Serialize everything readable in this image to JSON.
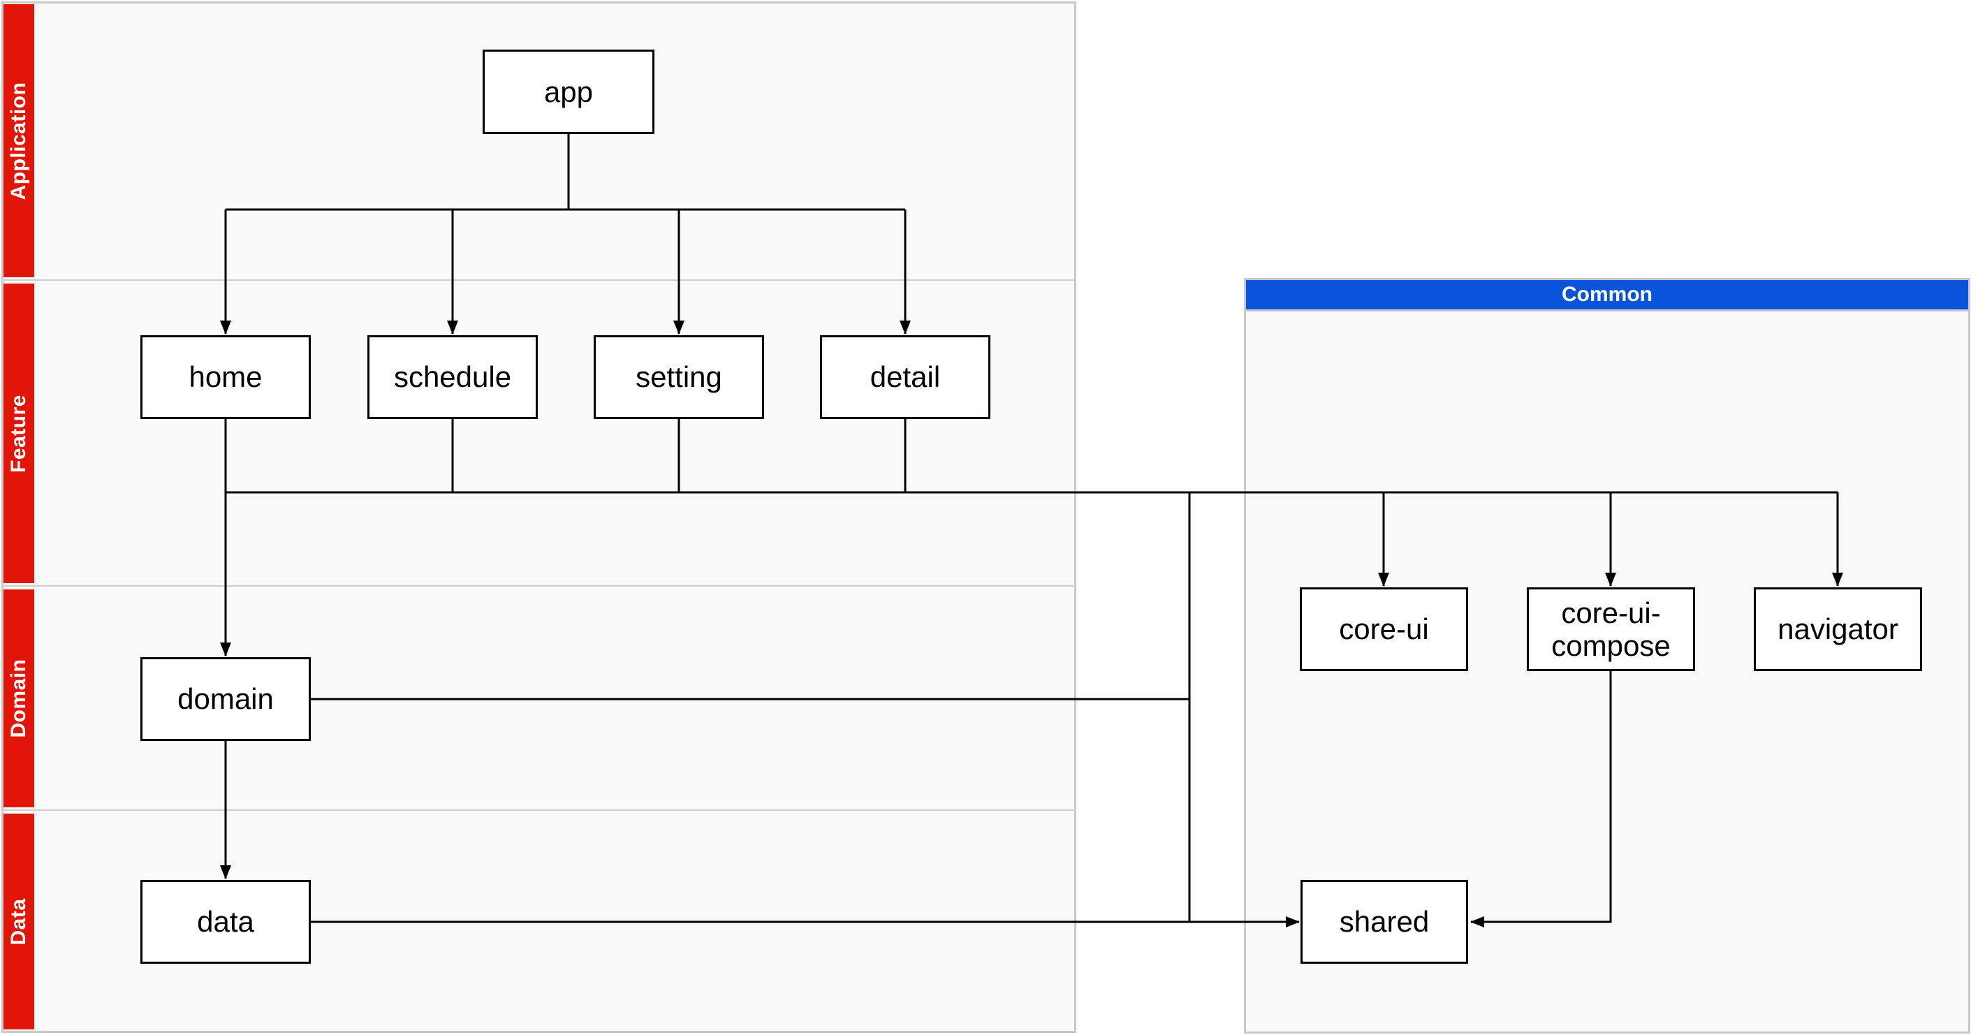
{
  "diagram": {
    "lanes": [
      {
        "id": "application",
        "label": "Application"
      },
      {
        "id": "feature",
        "label": "Feature"
      },
      {
        "id": "domain",
        "label": "Domain"
      },
      {
        "id": "data",
        "label": "Data"
      }
    ],
    "common_panel": {
      "title": "Common"
    },
    "nodes": {
      "app": {
        "label": "app",
        "lane": "Application"
      },
      "home": {
        "label": "home",
        "lane": "Feature"
      },
      "schedule": {
        "label": "schedule",
        "lane": "Feature"
      },
      "setting": {
        "label": "setting",
        "lane": "Feature"
      },
      "detail": {
        "label": "detail",
        "lane": "Feature"
      },
      "domain": {
        "label": "domain",
        "lane": "Domain"
      },
      "data": {
        "label": "data",
        "lane": "Data"
      },
      "core_ui": {
        "label": "core-ui",
        "panel": "Common"
      },
      "core_ui_compose": {
        "label": "core-ui-compose",
        "panel": "Common"
      },
      "navigator": {
        "label": "navigator",
        "panel": "Common"
      },
      "shared": {
        "label": "shared",
        "panel": "Common"
      }
    },
    "edges": [
      {
        "from": "app",
        "to": "home"
      },
      {
        "from": "app",
        "to": "schedule"
      },
      {
        "from": "app",
        "to": "setting"
      },
      {
        "from": "app",
        "to": "detail"
      },
      {
        "from": "home",
        "to": "domain"
      },
      {
        "from": "domain",
        "to": "data"
      },
      {
        "from": "home/schedule/setting/detail/domain (bus)",
        "to": "core-ui"
      },
      {
        "from": "home/schedule/setting/detail/domain (bus)",
        "to": "core-ui-compose"
      },
      {
        "from": "home/schedule/setting/detail/domain (bus)",
        "to": "navigator"
      },
      {
        "from": "home/schedule/setting/detail/domain (bus)",
        "to": "shared"
      },
      {
        "from": "data",
        "to": "shared"
      },
      {
        "from": "core-ui-compose",
        "to": "shared"
      }
    ],
    "colors": {
      "lane_label_bg": "#E11508",
      "common_header_bg": "#0A54DB",
      "panel_bg": "#F9F9F9",
      "panel_border": "#C9C9C9",
      "node_border": "#000000",
      "edge": "#000000"
    }
  }
}
